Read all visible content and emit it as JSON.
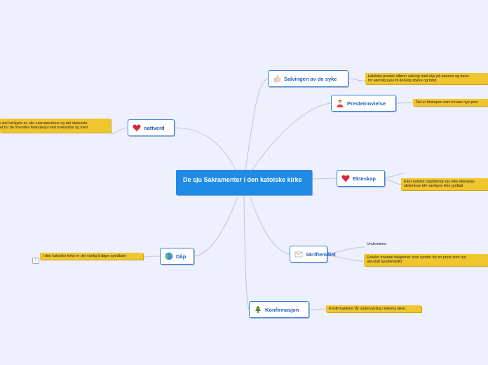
{
  "central": {
    "title": "De sju Sakramenter i den katolske kirke"
  },
  "topics": {
    "salving": {
      "label": "Salvingen av de syke",
      "icon": "thumbs-up-icon"
    },
    "presteinn": {
      "label": "Presteinnvielse",
      "icon": "person-icon"
    },
    "natt": {
      "label": "nattverd",
      "icon": "heart-icon"
    },
    "ekte": {
      "label": "Ekteskap",
      "icon": "heart-icon"
    },
    "dap": {
      "label": "Dåp",
      "icon": "globe-icon"
    },
    "skrift": {
      "label": "Skriftemålet",
      "icon": "envelope-icon"
    },
    "konf": {
      "label": "Konfirmasjon",
      "icon": "tree-icon"
    }
  },
  "notes": {
    "salving_1": "katolske prester  utfører salving med olje på pannen og bann",
    "salving_2": "for alvorlig syke til åndelig styrke og trøst.",
    "presteinn": "Det er biskopen som innvier nye pres",
    "natt_1": "r det helligste av alle sakramentene og det sterkeste",
    "natt_2": "et for de troendes fellesskap med hverandre og med",
    "ekte_1": "Etter katolsk oppfatning kan ikke ekteskap",
    "ekte_2": "skilsmisse blir vanligvis ikke godtatt",
    "dap": "I den katolske kirke er det vanlig å døpe spedbarn",
    "skrift_label": "Underemne",
    "skrift_1": "Enkelte troende bekjenner sine synder for en prest som har",
    "skrift_2": "absolutt taushetsplikt",
    "konf": "Konfirmantene får undervisning i kirkens lære.",
    "badge": "1"
  },
  "colors": {
    "background": "#eef0fd",
    "central": "#1f8be6",
    "node_border": "#3b7fd6",
    "node_text": "#1f5fbf",
    "note": "#f0c62e",
    "connector": "#c3c7d6"
  }
}
